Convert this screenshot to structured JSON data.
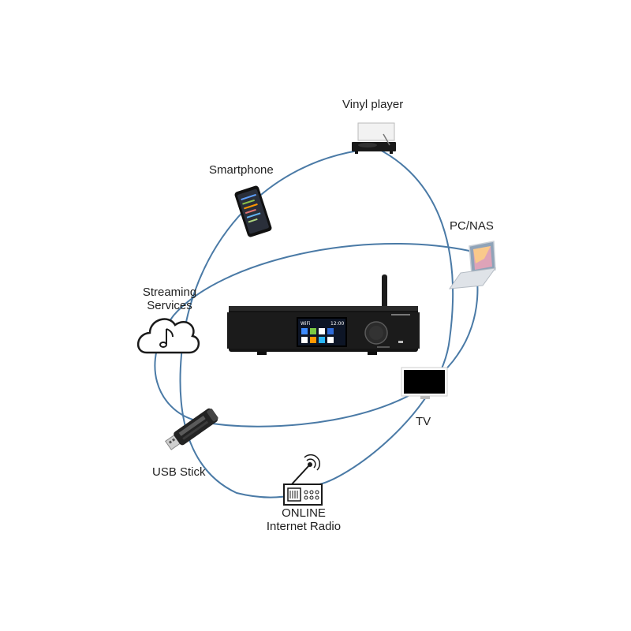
{
  "diagram": {
    "link_color": "#4a7aa6",
    "hub": {
      "name": "streaming-amplifier",
      "screen": {
        "wifi": "WiFi",
        "time": "12:00"
      }
    },
    "sources": {
      "vinyl": "Vinyl player",
      "smartphone": "Smartphone",
      "pc_nas": "PC/NAS",
      "streaming_line1": "Streaming",
      "streaming_line2": "Services",
      "tv": "TV",
      "usb": "USB Stick",
      "radio_line1": "ONLINE",
      "radio_line2": "Internet Radio"
    }
  }
}
